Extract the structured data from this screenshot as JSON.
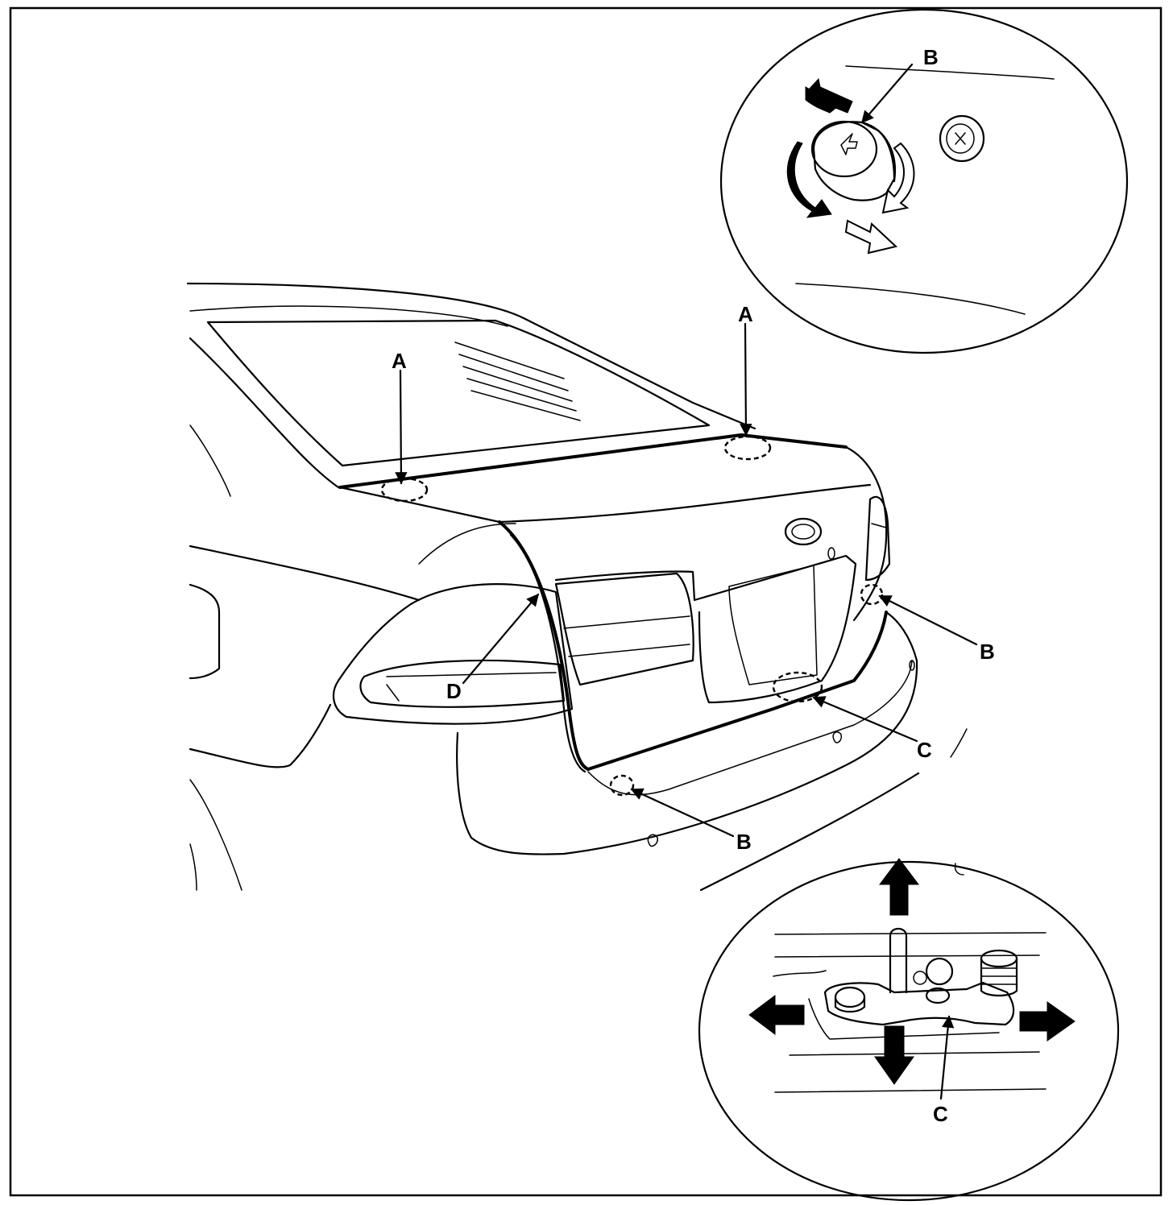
{
  "labels": {
    "a_left": "A",
    "a_right": "A",
    "b_inset": "B",
    "b_right": "B",
    "b_bottom": "B",
    "c_main": "C",
    "c_inset": "C",
    "d": "D"
  },
  "colors": {
    "line": "#000000",
    "background": "#ffffff"
  },
  "icons": [
    "arrow-icon",
    "rotate-arrow-icon",
    "move-arrow-icon"
  ]
}
